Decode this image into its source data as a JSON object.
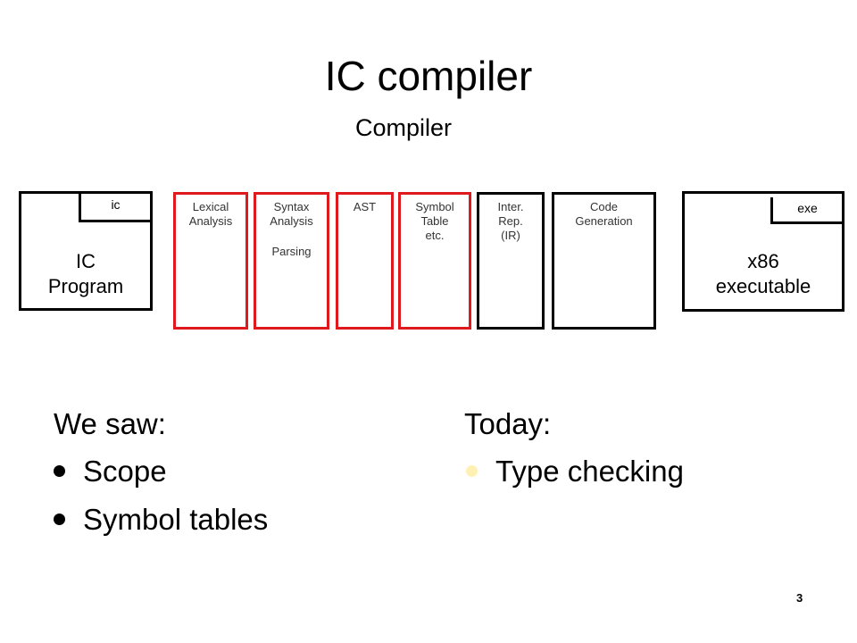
{
  "title": "IC compiler",
  "subtitle": "Compiler",
  "input_file": {
    "tab": "ic",
    "label": "IC\nProgram"
  },
  "output_file": {
    "tab": "exe",
    "label": "x86\nexecutable"
  },
  "stages": [
    {
      "label": "Lexical\nAnalysis",
      "sub": "",
      "color": "red"
    },
    {
      "label": "Syntax\nAnalysis",
      "sub": "Parsing",
      "color": "red"
    },
    {
      "label": "AST",
      "sub": "",
      "color": "red"
    },
    {
      "label": "Symbol\nTable\netc.",
      "sub": "",
      "color": "red"
    },
    {
      "label": "Inter.\nRep.\n(IR)",
      "sub": "",
      "color": "black"
    },
    {
      "label": "Code\nGeneration",
      "sub": "",
      "color": "black"
    }
  ],
  "left_column": {
    "heading": "We saw:",
    "items": [
      "Scope",
      "Symbol tables"
    ]
  },
  "right_column": {
    "heading": "Today:",
    "items": [
      "Type checking"
    ]
  },
  "page_number": "3",
  "colors": {
    "highlight": "#e0191e",
    "faded_bullet": "#fff1b3"
  }
}
